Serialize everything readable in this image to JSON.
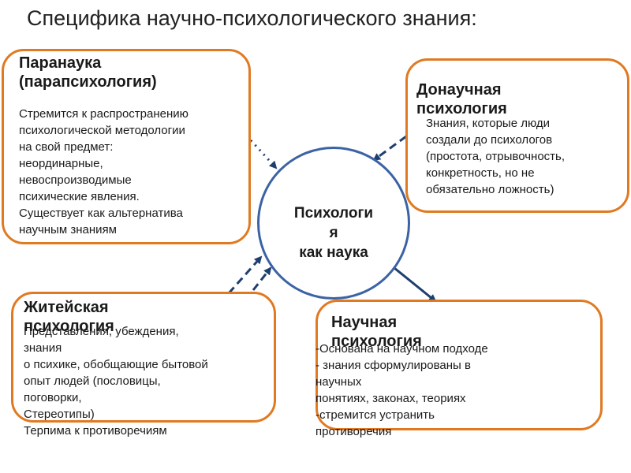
{
  "title": "Специфика научно-психологического знания:",
  "center": {
    "label": "Психологи\nя\nкак наука"
  },
  "nodes": {
    "paranauka": {
      "title": "Паранаука\n(парапсихология)",
      "text": "Стремится к распространению\nпсихологической методологии\nна свой предмет:\nнеординарные,\nневоспроизводимые\nпсихические явления.\nСуществует как альтернатива\nнаучным знаниям"
    },
    "donauchnaya": {
      "title": "Донаучная\nпсихология",
      "text": "Знания, которые люди\nсоздали до психологов\n(простота, отрывочность,\nконкретность, но не\nобязательно ложность)"
    },
    "zhiteyskaya": {
      "title": "Житейская\nпсихология",
      "text": "Представления, убеждения,\nзнания\n о психике, обобщающие бытовой\n опыт людей (пословицы,\nпоговорки,\nСтереотипы)\nТерпима к противоречиям"
    },
    "nauchnaya": {
      "title": "Научная\nпсихология",
      "text": "-Основана на научном подходе\n- знания сформулированы в\n научных\nпонятиях, законах, теориях\n-стремится устранить\nпротиворечия"
    }
  },
  "colors": {
    "box_border": "#e07a22",
    "circle_border": "#3b63a4",
    "arrow": "#1f3f6e"
  }
}
